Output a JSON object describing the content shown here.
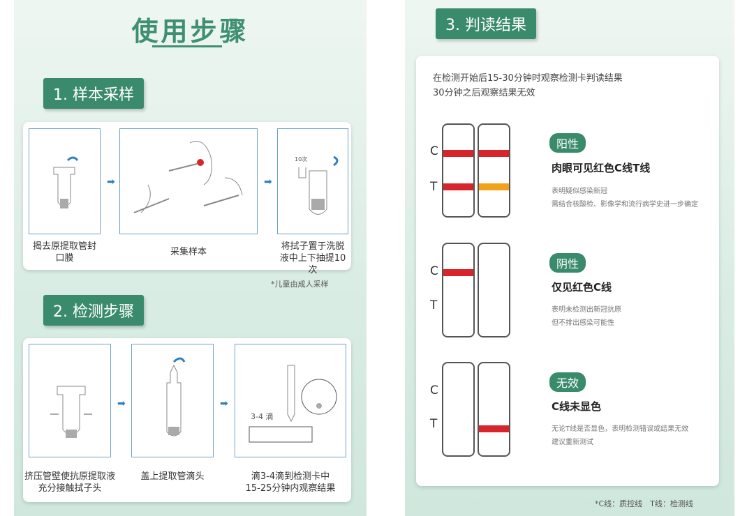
{
  "left": {
    "title": "使用步骤",
    "step1": {
      "tag": "1. 样本采样",
      "captions": [
        "揭去原提取管封口膜",
        "采集样本",
        "将拭子置于洗脱液中上下抽提10次"
      ],
      "count_label": "10次",
      "note": "*儿童由成人采样"
    },
    "step2": {
      "tag": "2. 检测步骤",
      "captions": [
        "挤压管壁使抗原提取液充分接触拭子头",
        "盖上提取管滴头",
        "滴3-4滴到检测卡中15-25分钟内观察结果"
      ],
      "drops_label": "3-4 滴"
    }
  },
  "right": {
    "tag": "3. 判读结果",
    "intro": [
      "在检测开始后15-30分钟时观察检测卡判读结果",
      "30分钟之后观察结果无效"
    ],
    "line_labels": {
      "c": "C",
      "t": "T"
    },
    "results": [
      {
        "badge": "阳性",
        "title": "肉眼可见红色C线T线",
        "desc": [
          "表明疑似感染新冠",
          "需结合核酸检、影像学和流行病学史进一步确定"
        ]
      },
      {
        "badge": "阴性",
        "title": "仅见红色C线",
        "desc": [
          "表明未检测出新冠抗原",
          "但不排出感染可能性"
        ]
      },
      {
        "badge": "无效",
        "title": "C线未显色",
        "desc": [
          "无论T线是否显色，表明检测错误或结果无效",
          "建议重新测试"
        ]
      }
    ],
    "footnote": "*C线：质控线　T线：检测线",
    "colors": {
      "red": "#d7252b",
      "orange": "#f0a21b",
      "accent": "#3a8a6c"
    }
  }
}
